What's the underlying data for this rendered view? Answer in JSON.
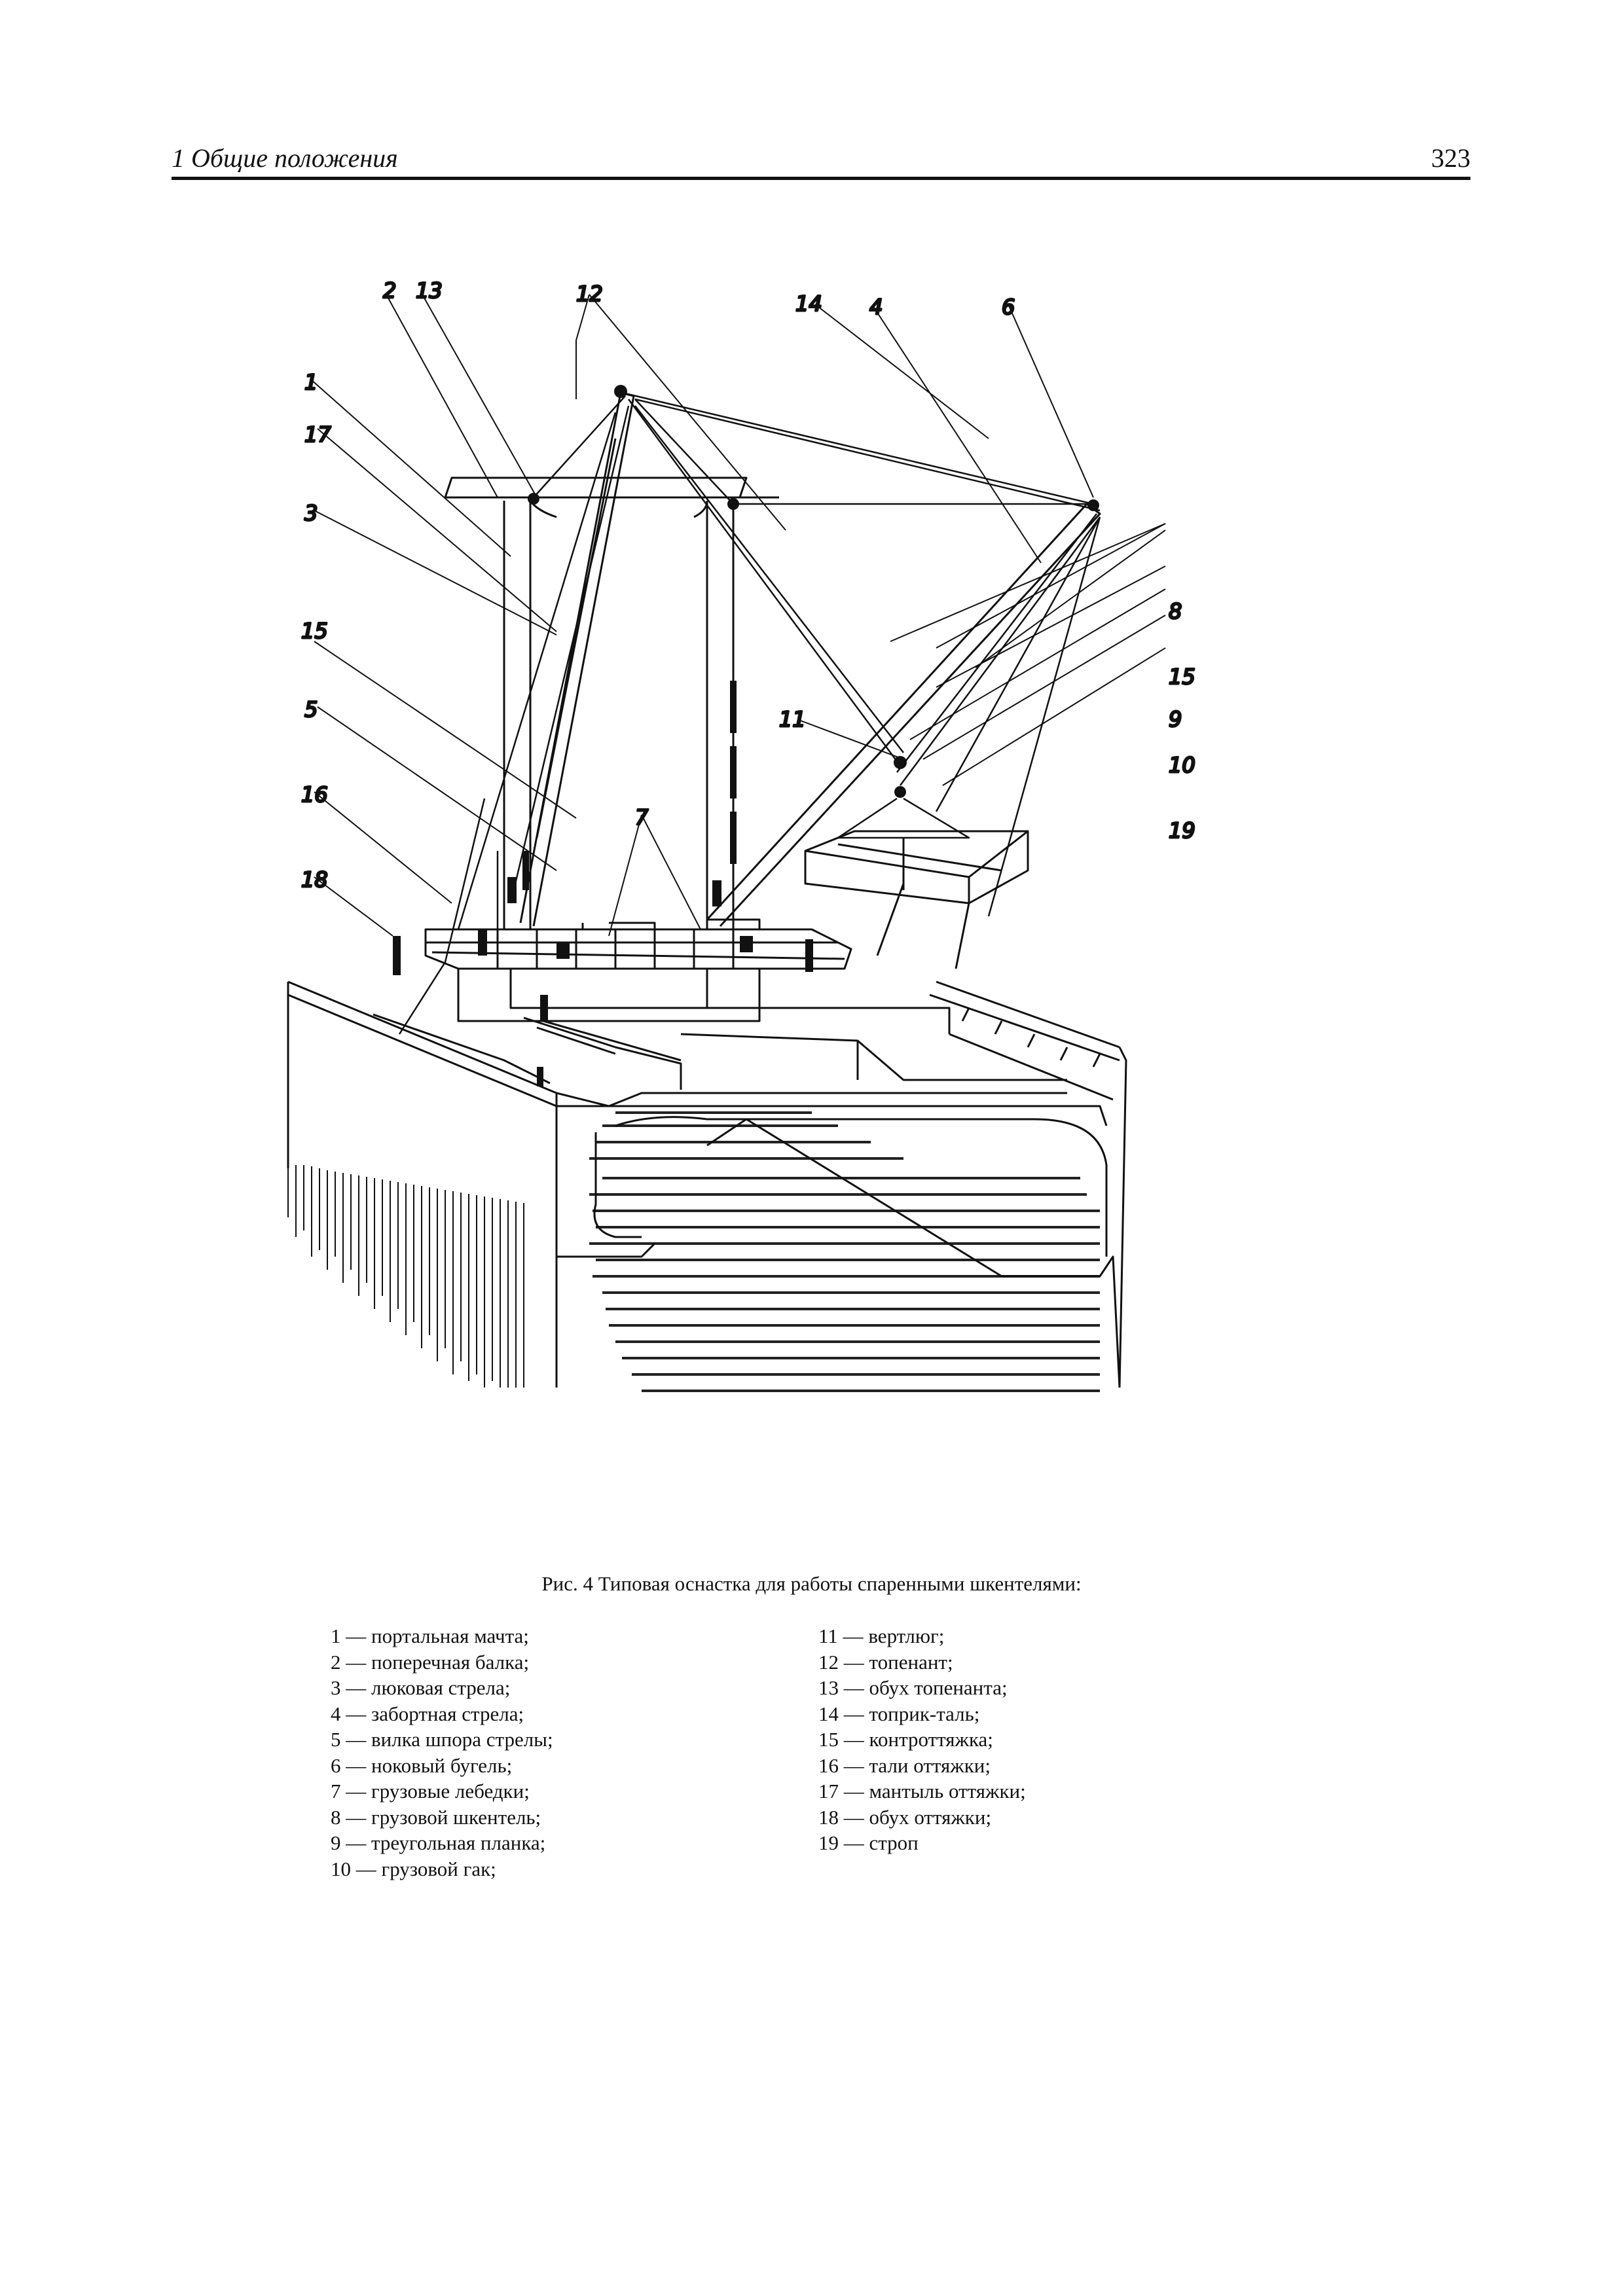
{
  "header": {
    "title": "1 Общие положения",
    "page_number": "323"
  },
  "figure": {
    "callouts": [
      "1",
      "2",
      "3",
      "4",
      "5",
      "6",
      "7",
      "8",
      "9",
      "10",
      "11",
      "12",
      "13",
      "14",
      "15",
      "16",
      "17",
      "18",
      "19"
    ],
    "caption": "Рис. 4 Типовая оснастка для работы спаренными шкентелями:"
  },
  "legend": {
    "left": [
      "1 — портальная мачта;",
      "2 — поперечная балка;",
      "3 — люковая стрела;",
      "4 — забортная стрела;",
      "5 — вилка шпора стрелы;",
      "6 — ноковый бугель;",
      "7 — грузовые лебедки;",
      "8 — грузовой шкентель;",
      "9 — треугольная планка;",
      "10 — грузовой гак;"
    ],
    "right": [
      "11 — вертлюг;",
      "12 — топенант;",
      "13 — обух топенанта;",
      "14 — топрик-таль;",
      "15 — контроттяжка;",
      "16 — тали оттяжки;",
      "17 — мантыль оттяжки;",
      "18 — обух оттяжки;",
      "19 — строп"
    ]
  }
}
